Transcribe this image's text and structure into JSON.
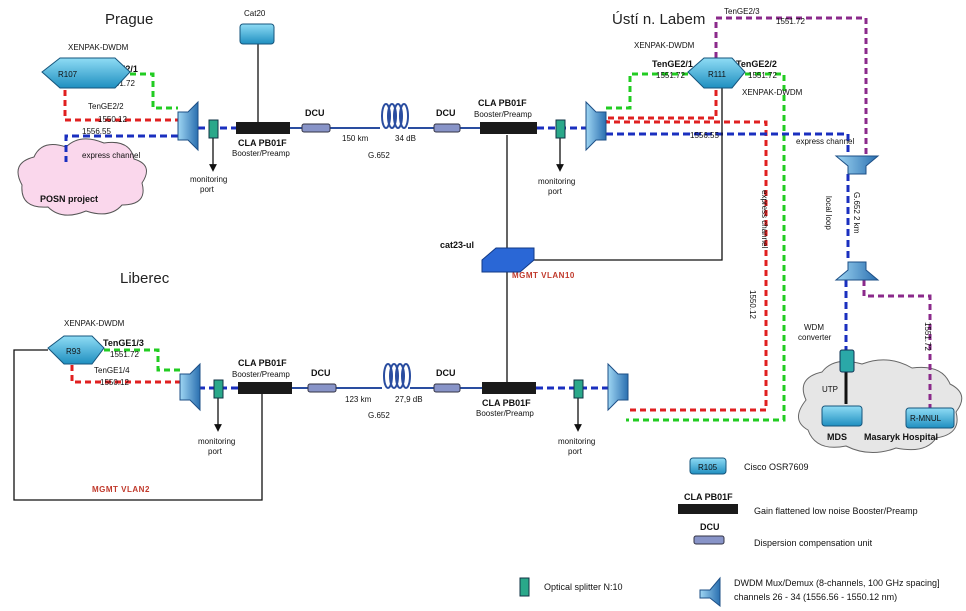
{
  "cities": {
    "prague": "Prague",
    "usti": "Ústí n. Labem",
    "liberec": "Liberec"
  },
  "routers": {
    "r107": "R107",
    "r111": "R111",
    "r93": "R93",
    "r_mnul": "R-MNUL",
    "r105": "R105"
  },
  "switches": {
    "cat20": "Cat20",
    "cat23": "cat23-ul",
    "mds": "MDS"
  },
  "labels": {
    "xenpak": "XENPAK-DWDM",
    "tenge2_1": "TenGE2/1",
    "tenge2_2": "TenGE2/2",
    "tenge2_3": "TenGE2/3",
    "tenge1_3": "TenGE1/3",
    "tenge1_4": "TenGE1/4",
    "w1551": "1551.72",
    "w1550": "1550.12",
    "w1556": "1556.55",
    "w1550_vert": "1550.12",
    "w1551_vert": "1551.72",
    "express": "express channel",
    "express_vert": "express channel",
    "monitoring": "monitoring",
    "port": "port",
    "cla": "CLA PB01F",
    "booster": "Booster/Preamp",
    "dcu": "DCU",
    "km150": "150 km",
    "db34": "34 dB",
    "g652": "G.652",
    "km123": "123 km",
    "db279": "27,9 dB",
    "g652_2km": "G.652  2 km",
    "local_loop": "local loop",
    "wdm": "WDM",
    "converter": "converter",
    "utp": "UTP",
    "posn": "POSN project",
    "masaryk": "Masaryk Hospital",
    "mgmt10": "MGMT VLAN10",
    "mgmt2": "MGMT VLAN2"
  },
  "legend": {
    "osr": "Cisco OSR7609",
    "cla_title": "CLA PB01F",
    "cla_desc": "Gain flattened low noise  Booster/Preamp",
    "dcu_title": "DCU",
    "dcu_desc": "Dispersion compensation unit",
    "splitter": "Optical splitter N:10",
    "mux_line1": "DWDM Mux/Demux (8-channels, 100 GHz spacing]",
    "mux_line2": "channels 26 - 34 (1556.56 - 1550.12 nm)"
  },
  "colors": {
    "green": "#22cc22",
    "red": "#e02020",
    "blue": "#1a2fbf",
    "purple": "#8b2a8b",
    "router": "#3fb0d8"
  }
}
